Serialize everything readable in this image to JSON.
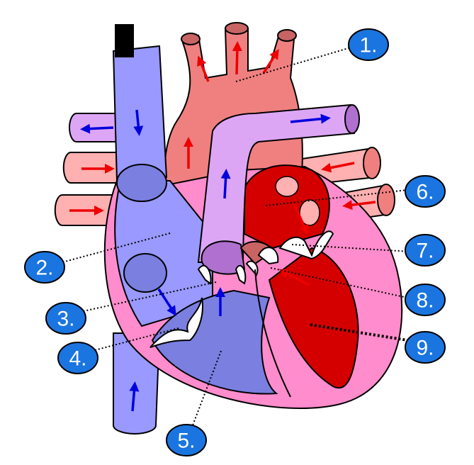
{
  "colors": {
    "deoxygenated": "#9999ff",
    "deoxygenated_dark": "#7a7fe0",
    "oxygenated": "#f08080",
    "oxygenated_dark": "#d40000",
    "oxygenated_light": "#ffb0b0",
    "pulmonary": "#dda6f5",
    "myocardium": "#ff8ccc",
    "valve": "#ffffff",
    "callout_fill": "#1a75e0",
    "arrow_blue": "#0000dd",
    "arrow_red": "#ee0000"
  },
  "callouts": [
    {
      "id": "1",
      "text": "1."
    },
    {
      "id": "2",
      "text": "2."
    },
    {
      "id": "3",
      "text": "3."
    },
    {
      "id": "4",
      "text": "4."
    },
    {
      "id": "5",
      "text": "5."
    },
    {
      "id": "6",
      "text": "6."
    },
    {
      "id": "7",
      "text": "7."
    },
    {
      "id": "8",
      "text": "8."
    },
    {
      "id": "9",
      "text": "9."
    }
  ]
}
